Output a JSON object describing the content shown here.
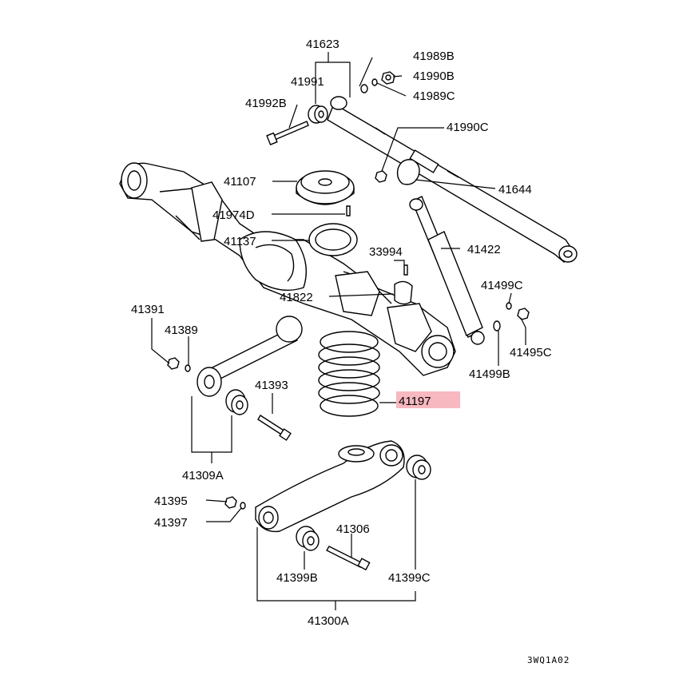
{
  "diagram": {
    "drawing_code": "3WQ1A02",
    "highlight_color": "#f7b8c0",
    "labels": {
      "p41623": "41623",
      "p41989B": "41989B",
      "p41990B": "41990B",
      "p41991": "41991",
      "p41989C": "41989C",
      "p41992B": "41992B",
      "p41990C": "41990C",
      "p41107": "41107",
      "p41644": "41644",
      "p41974D": "41974D",
      "p41137": "41137",
      "p41422": "41422",
      "p33994": "33994",
      "p41499C": "41499C",
      "p41822": "41822",
      "p41391": "41391",
      "p41389": "41389",
      "p41495C": "41495C",
      "p41499B": "41499B",
      "p41393": "41393",
      "p41197": "41197",
      "p41309A": "41309A",
      "p41395": "41395",
      "p41306": "41306",
      "p41397": "41397",
      "p41399B": "41399B",
      "p41399C": "41399C",
      "p41300A": "41300A"
    }
  }
}
